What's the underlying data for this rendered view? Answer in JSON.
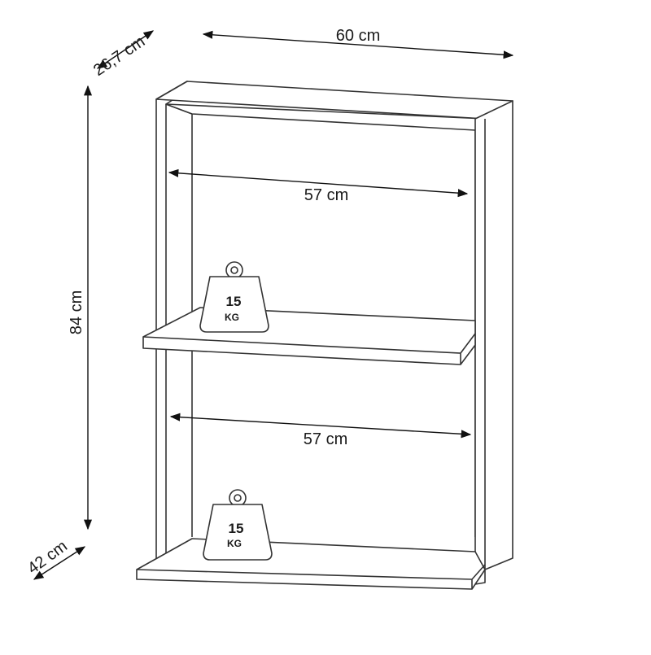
{
  "dimensions": {
    "depth_top": "26,7 cm",
    "width_top": "60 cm",
    "height": "84 cm",
    "inner_width_upper": "57 cm",
    "inner_width_lower": "57 cm",
    "depth_bottom": "42 cm"
  },
  "weights": {
    "upper": {
      "value": "15",
      "unit": "KG"
    },
    "lower": {
      "value": "15",
      "unit": "KG"
    }
  }
}
